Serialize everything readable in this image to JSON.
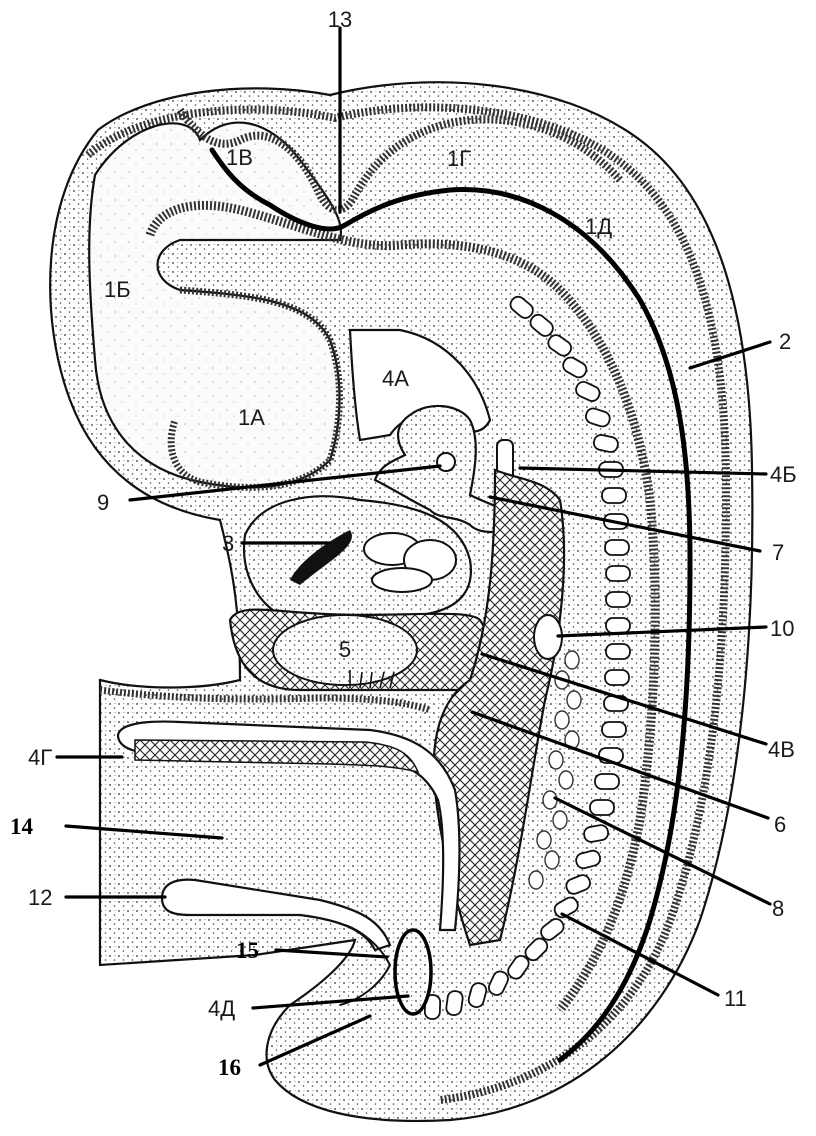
{
  "figure": {
    "labels": {
      "l13": "13",
      "l1V": "1В",
      "l1G": "1Г",
      "l1D": "1Д",
      "l1B": "1Б",
      "l1A": "1А",
      "l4A": "4А",
      "l2": "2",
      "l4B": "4Б",
      "l9": "9",
      "l7": "7",
      "l3": "3",
      "l10": "10",
      "l5": "5",
      "l4V": "4В",
      "l4G": "4Г",
      "l6": "6",
      "l14": "14",
      "l8": "8",
      "l12": "12",
      "l11": "11",
      "l15": "15",
      "l4D": "4Д",
      "l16": "16"
    }
  }
}
